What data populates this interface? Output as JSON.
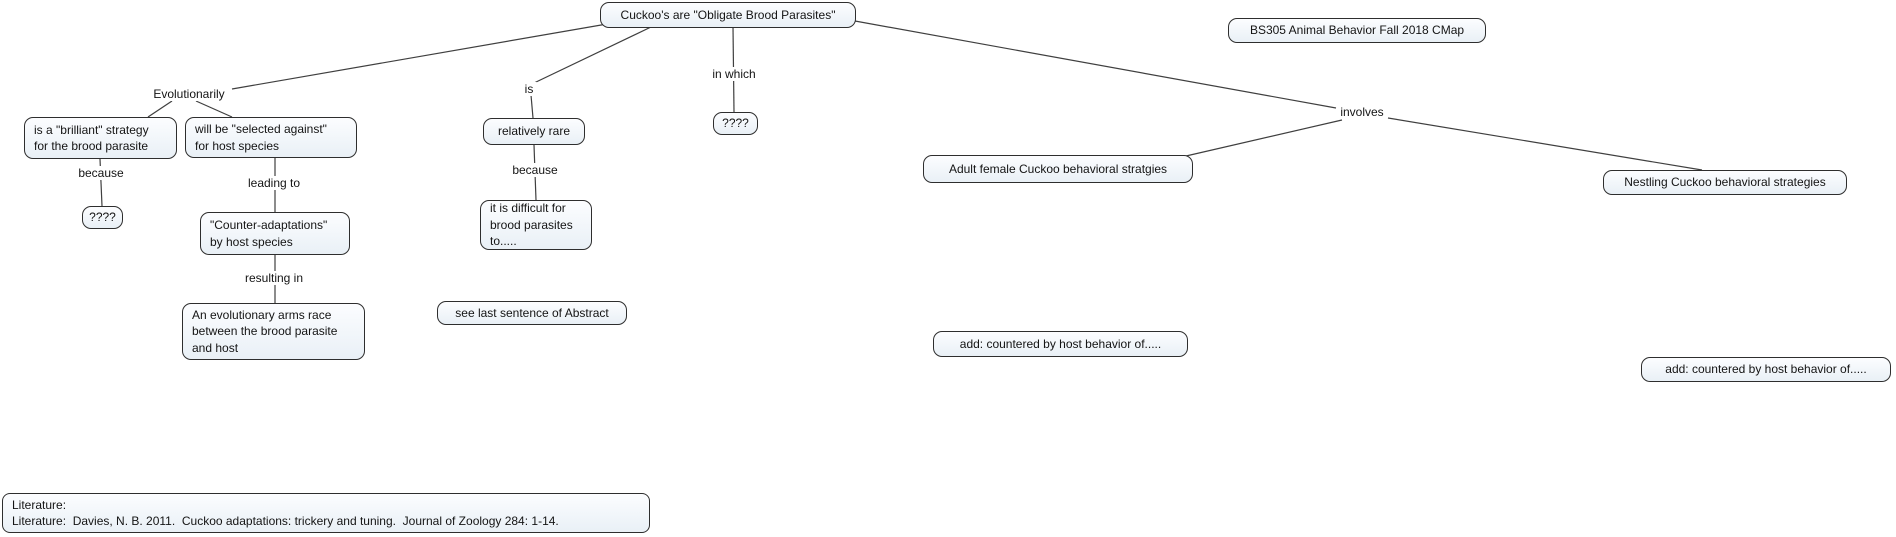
{
  "app": {
    "kind": "concept-map",
    "background": "#ffffff"
  },
  "colors": {
    "node_fill_top": "#fcfdff",
    "node_fill_bottom": "#e9f0f6",
    "node_border": "#2e2e2e",
    "line": "#3f3f3f",
    "text": "#141414"
  },
  "nodes": {
    "root": {
      "text": "Cuckoo's are \"Obligate Brood Parasites\""
    },
    "course_title": {
      "text": "BS305 Animal Behavior Fall 2018 CMap"
    },
    "brilliant": {
      "text": "is a \"brilliant\" strategy\nfor the brood parasite"
    },
    "selected_against": {
      "text": "will be \"selected against\"\nfor host species"
    },
    "unknown_left": {
      "text": "????"
    },
    "counter_adaptations": {
      "text": "\"Counter-adaptations\"\nby host species"
    },
    "arms_race": {
      "text": "An evolutionary arms race\nbetween the brood parasite\nand host"
    },
    "relatively_rare": {
      "text": "relatively rare"
    },
    "difficult": {
      "text": "it is difficult for\nbrood parasites\nto....."
    },
    "abstract_note": {
      "text": "see last sentence of Abstract"
    },
    "unknown_mid": {
      "text": "????"
    },
    "adult_female": {
      "text": "Adult female Cuckoo behavioral stratgies"
    },
    "nestling": {
      "text": "Nestling Cuckoo behavioral strategies"
    },
    "add_countered_adult": {
      "text": "add: countered by host behavior of....."
    },
    "add_countered_nestling": {
      "text": "add: countered by host behavior of....."
    },
    "literature": {
      "text": "Literature:\nLiterature:  Davies, N. B. 2011.  Cuckoo adaptations: trickery and tuning.  Journal of Zoology 284: 1-14."
    }
  },
  "link_labels": {
    "evolutionarily": "Evolutionarily",
    "because_left": "because",
    "leading_to": "leading to",
    "resulting_in": "resulting in",
    "is": "is",
    "because_mid": "because",
    "in_which": "in which",
    "involves": "involves"
  }
}
